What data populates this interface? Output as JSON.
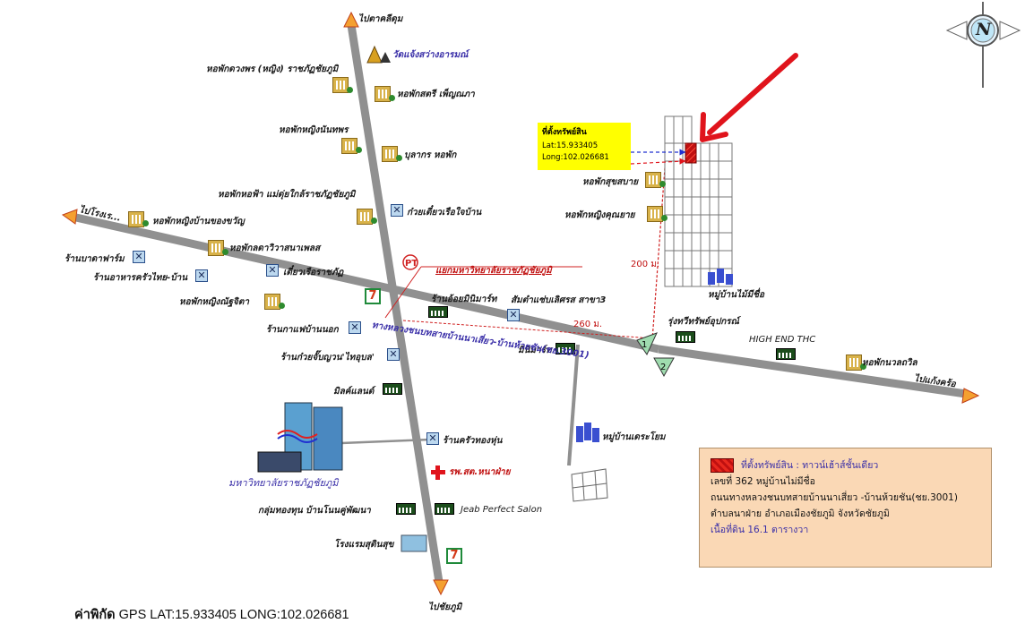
{
  "compass": {
    "letter": "N"
  },
  "directions": {
    "north": "ไปตาคลีดุม",
    "south": "ไปชัยภูมิ",
    "west": "ไปโรงเร...",
    "east": "ไปแก้งคร้อ"
  },
  "temple": "วัดแจ้งสว่างอารมณ์",
  "dorms": [
    "หอพักดวงพร (หญิง) ราชภัฏชัยภูมิ",
    "หอพักสตรี เพ็ญณภา",
    "หอพักหญิงนันทพร",
    "บุลากร หอพัก",
    "หอพักหอฟ้า แม่ดุ่ยใกล้ราชภัฏชัยภูมิ",
    "หอพักหญิงบ้านของขวัญ",
    "หอพักลดาวิวาสนาเพลส",
    "หอพักหญิงณัฐจิตา",
    "หอพักสุขสบาย",
    "หอพักหญิงคุณยาย",
    "หอพักนวลถวิล"
  ],
  "eateries": [
    "ก๋วยเตี๋ยวเรือใจบ้าน",
    "ร้านบาดาฟาร์ม",
    "ร้านอาหารครัวไทย-บ้าน",
    "เตี๋ยวเรือราชภัฏ",
    "ร้านกาแฟบ้านนอก",
    "ร้านก๋วยจั๊บญวน'ไทอุบล'",
    "ร้านครัวทองหุ่น"
  ],
  "shops": [
    "ร้านอ้อยมินิมาร์ท",
    "สัมตำแซ่บเลิศรส สาขา3",
    "มินิมาร์ท",
    "รุ่งทวีทรัพย์อุปกรณ์",
    "HIGH END THC",
    "มิลค์แลนด์",
    "กลุ่มทองทุน บ้านโนนคู่พัฒนา",
    "Jeab Perfect Salon"
  ],
  "university_label": "มหาวิทยาลัยราชภัฏชัยภูมิ",
  "university_gate": "แยกมหาวิทยาลัยราชภัฏชัยภูมิ",
  "road_label": "ทางหลวงชนบทสายบ้านนาเสี่ยว-บ้านห้วยชัน(ชย.3001)",
  "hospital": "รพ.สต.หนาฝ่าย",
  "hotel": "โรงแรมสุตินสุข",
  "villages": [
    "หมู่บ้านไม้มีชื่อ",
    "หมู่บ้านเดระโยม"
  ],
  "distances": {
    "main_road": "260 ม.",
    "side_road": "200 ม."
  },
  "junction_markers": [
    "1",
    "2"
  ],
  "property_box": {
    "title": "ที่ตั้งทรัพย์สิน",
    "lat": "Lat:15.933405",
    "long": "Long:102.026681"
  },
  "info_box": {
    "legend": "ที่ตั้งทรัพย์สิน : ทาวน์เฮ้าส์ชั้นเดียว",
    "address1": "เลขที่ 362 หมู่บ้านไม่มีชื่อ",
    "address2": "ถนนทางหลวงชนบทสายบ้านนาเสี่ยว -บ้านห้วยชัน(ชย.3001)",
    "address3": "ตำบลนาฝ่าย อำเภอเมืองชัยภูมิ จังหวัดชัยภูมิ",
    "area": "เนื้อที่ดิน 16.1 ตารางวา"
  },
  "gps": {
    "label": "ค่าพิกัด",
    "value": "GPS LAT:15.933405 LONG:102.026681"
  },
  "colors": {
    "road": "#909090",
    "arrow": "#e0141c",
    "label_blue": "#3a2fa8",
    "property_box": "#ffff00",
    "info_box": "#fad8b5",
    "building": "#d8b24a"
  }
}
